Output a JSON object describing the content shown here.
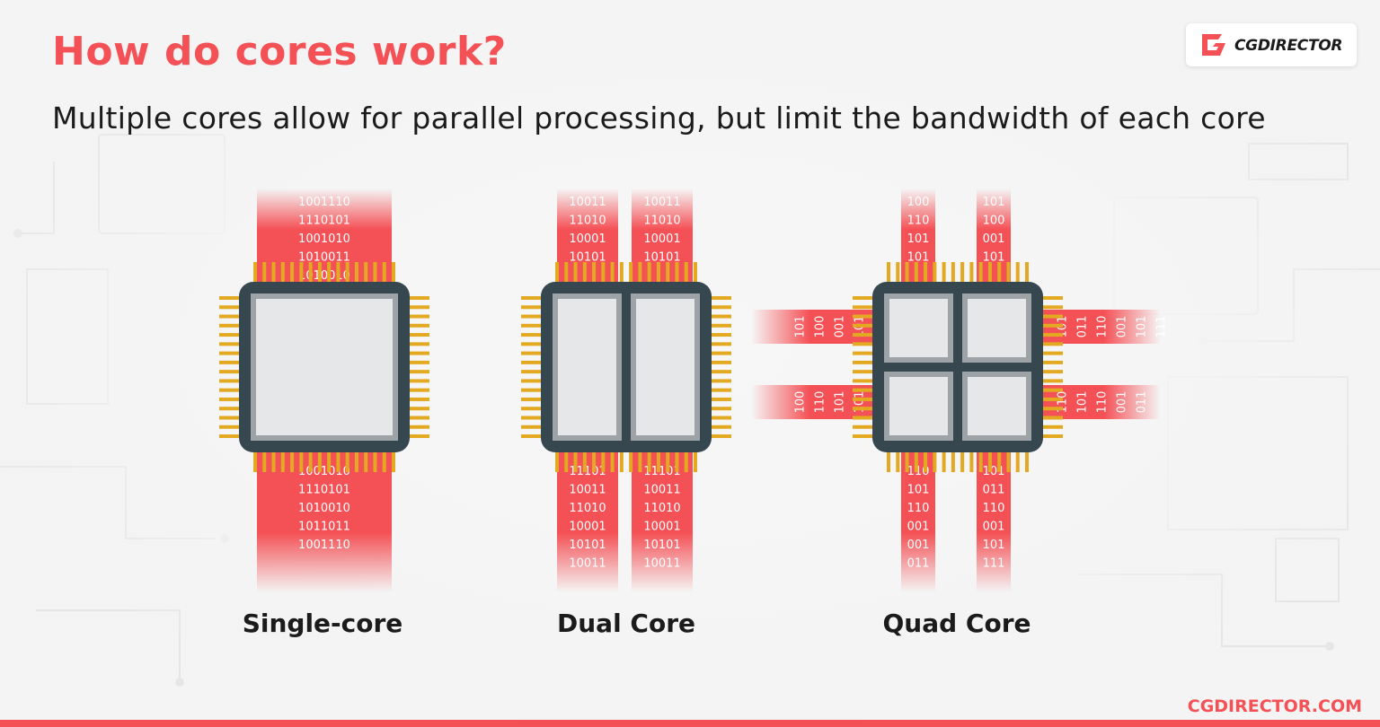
{
  "title": "How do cores work?",
  "subtitle": "Multiple cores allow for parallel processing, but limit the bandwidth of each core",
  "logo": {
    "text": "CGDIRECTOR",
    "icon": "cgdirector-logo-icon"
  },
  "footer": {
    "site": "CGDIRECTOR.COM"
  },
  "colors": {
    "accent": "#f45156",
    "chip_frame": "#37474f",
    "core": "#e6e7e9",
    "pins": "#e2a921",
    "text": "#1b1b1b"
  },
  "processors": [
    {
      "label": "Single-core",
      "cores": 1,
      "streams": [
        {
          "side": "top",
          "bits": [
            "1001110",
            "1110101",
            "1001010",
            "1010011",
            "1010010"
          ]
        },
        {
          "side": "bottom",
          "bits": [
            "1001010",
            "1110101",
            "1010010",
            "1011011",
            "1001110"
          ]
        }
      ]
    },
    {
      "label": "Dual Core",
      "cores": 2,
      "streams": [
        {
          "side": "top",
          "bits": [
            "10011",
            "11010",
            "10001",
            "10101"
          ]
        },
        {
          "side": "top",
          "bits": [
            "10011",
            "11010",
            "10001",
            "10101"
          ]
        },
        {
          "side": "bottom",
          "bits": [
            "11101",
            "10011",
            "11010",
            "10001",
            "10101",
            "10011"
          ]
        },
        {
          "side": "bottom",
          "bits": [
            "11101",
            "10011",
            "11010",
            "10001",
            "10101",
            "10011"
          ]
        }
      ]
    },
    {
      "label": "Quad Core",
      "cores": 4,
      "streams": [
        {
          "side": "top",
          "bits": [
            "100",
            "110",
            "101",
            "101"
          ]
        },
        {
          "side": "top",
          "bits": [
            "101",
            "100",
            "001",
            "101"
          ]
        },
        {
          "side": "bottom",
          "bits": [
            "110",
            "101",
            "110",
            "001",
            "001",
            "011"
          ]
        },
        {
          "side": "bottom",
          "bits": [
            "101",
            "011",
            "110",
            "001",
            "101",
            "111"
          ]
        },
        {
          "side": "left",
          "bits": [
            "101",
            "100",
            "001",
            "101"
          ]
        },
        {
          "side": "left",
          "bits": [
            "100",
            "110",
            "101",
            "101"
          ]
        },
        {
          "side": "right",
          "bits": [
            "101",
            "011",
            "110",
            "001",
            "101",
            "111"
          ]
        },
        {
          "side": "right",
          "bits": [
            "110",
            "101",
            "110",
            "001",
            "011"
          ]
        }
      ]
    }
  ]
}
